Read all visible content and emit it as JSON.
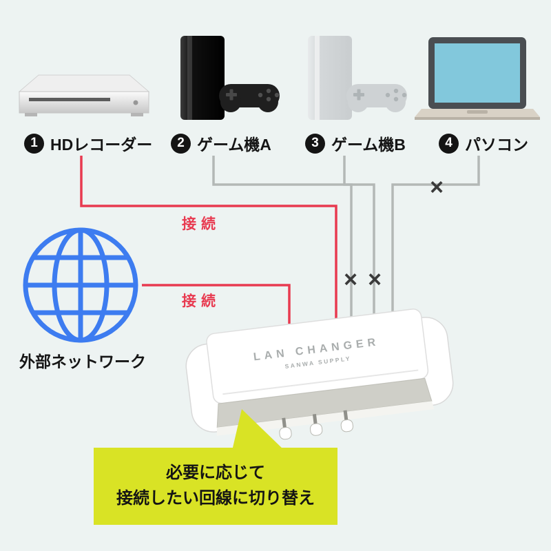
{
  "page": {
    "background": "#edf3f2"
  },
  "devices": [
    {
      "number": "1",
      "label": "HDレコーダー",
      "status": "connected"
    },
    {
      "number": "2",
      "label": "ゲーム機A",
      "status": "disconnected"
    },
    {
      "number": "3",
      "label": "ゲーム機B",
      "status": "disconnected"
    },
    {
      "number": "4",
      "label": "パソコン",
      "status": "disconnected"
    }
  ],
  "network": {
    "label": "外部ネットワーク",
    "status": "connected"
  },
  "connection_labels": {
    "recorder_line": "接続",
    "network_line": "接続",
    "disconnect_mark": "×"
  },
  "lan_changer": {
    "brand": "LAN CHANGER",
    "maker": "SANWA SUPPLY"
  },
  "callout": {
    "line1": "必要に応じて",
    "line2": "接続したい回線に切り替え"
  },
  "colors": {
    "connected_line": "#e83a50",
    "disconnected_line": "#b3b8b6",
    "globe_blue": "#3d7cf0",
    "callout_bg": "#d9e325",
    "badge_black": "#141414"
  }
}
